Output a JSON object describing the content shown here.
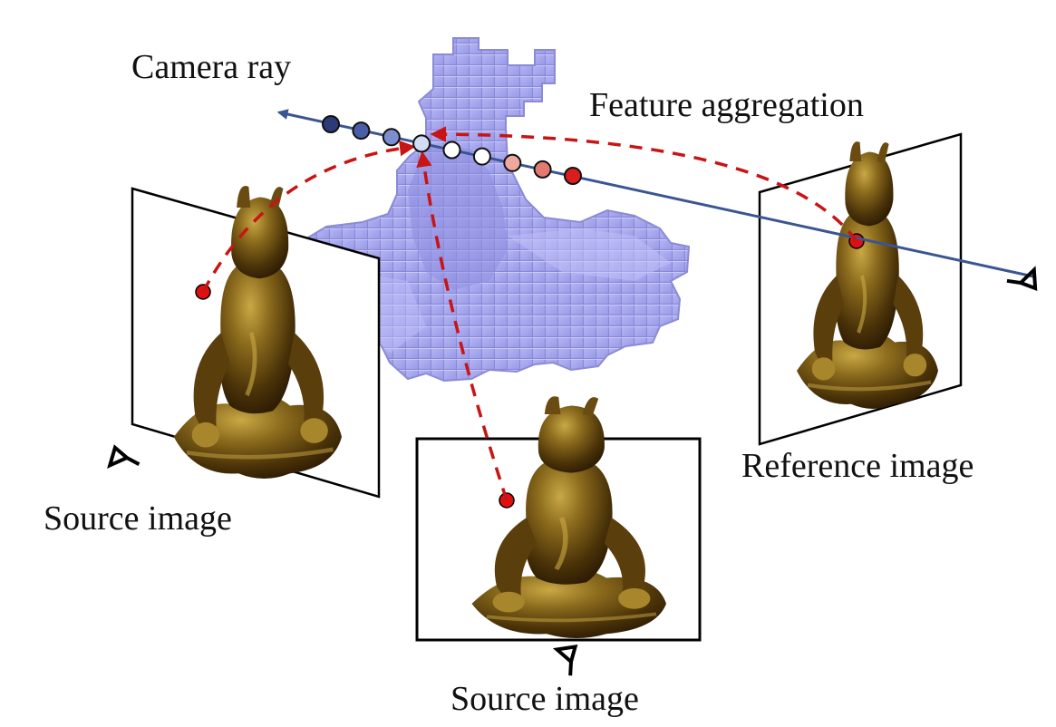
{
  "labels": {
    "camera_ray": "Camera ray",
    "feature_aggregation": "Feature aggregation",
    "source_image_left": "Source image",
    "source_image_bottom": "Source image",
    "reference_image": "Reference image"
  },
  "colors": {
    "voxel": "#a8a8f0",
    "ray": "#3a5592",
    "dashed_arrow": "#c81414",
    "feature_point": "#e01010",
    "statue_dark": "#3a2606",
    "statue_gold": "#9a7a22",
    "ray_samples": [
      "#2c3a78",
      "#4a5ea8",
      "#7c8ed0",
      "#d2dcf2",
      "#ffffff",
      "#ffffff",
      "#eea89e",
      "#e27a72",
      "#da1e1e"
    ]
  },
  "icons": {
    "camera": "camera-eye-icon",
    "statue": "seated-figure-statue"
  }
}
